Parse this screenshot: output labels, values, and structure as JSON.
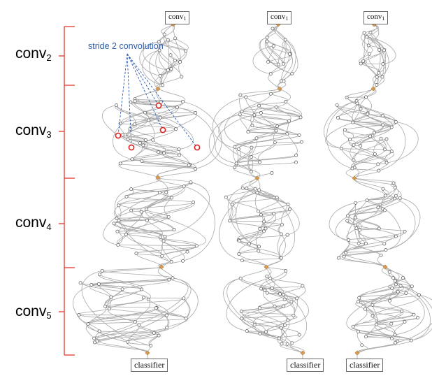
{
  "stages": [
    {
      "name": "conv",
      "sub": "2"
    },
    {
      "name": "conv",
      "sub": "3"
    },
    {
      "name": "conv",
      "sub": "4"
    },
    {
      "name": "conv",
      "sub": "5"
    }
  ],
  "input_node": {
    "name": "conv",
    "sub": "1"
  },
  "output_node": "classifier",
  "annotation": "stride 2 convolution",
  "colors": {
    "bracket": "#e03a2e",
    "annotation": "#2a5db0",
    "edge": "#a9a9a9",
    "stage_junction": "#d79a4f",
    "highlight": "#e02020"
  }
}
